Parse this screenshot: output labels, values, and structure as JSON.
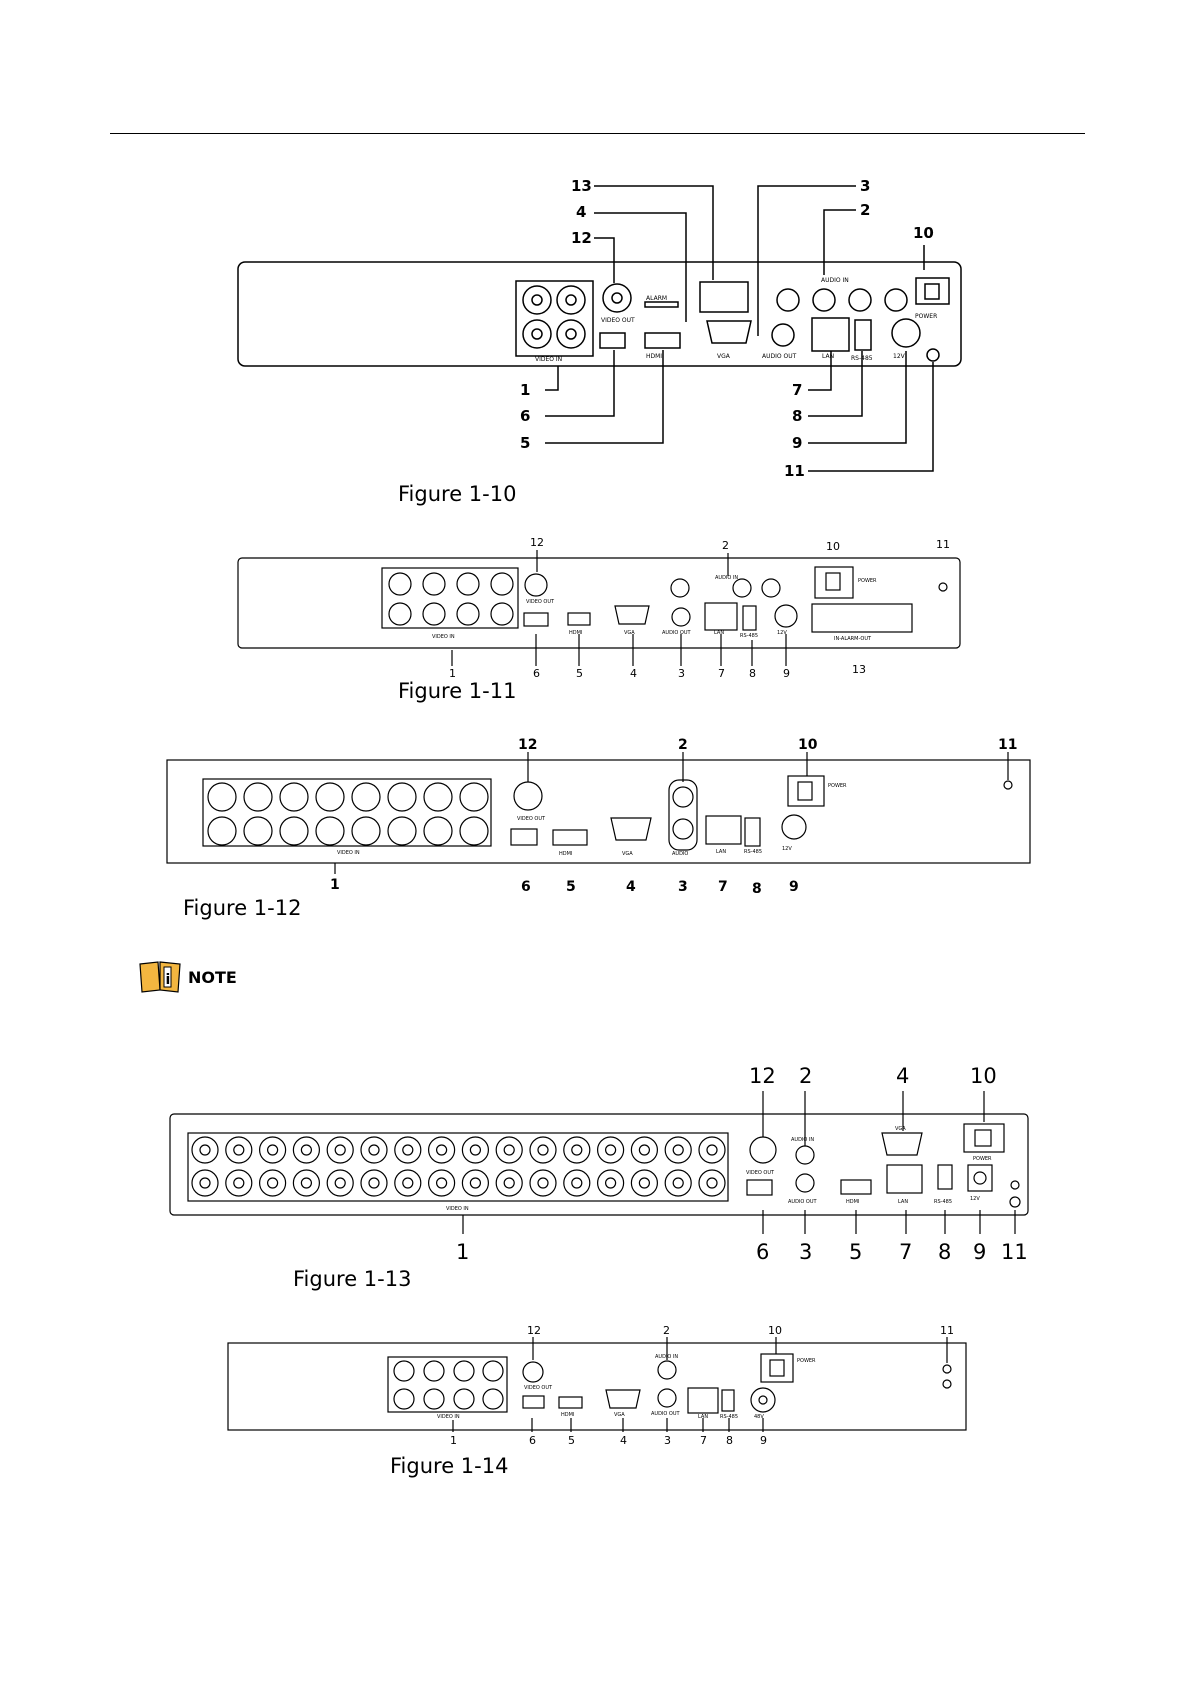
{
  "note": {
    "label": "NOTE",
    "icon": "info-book-icon"
  },
  "labels": {
    "video_in": "VIDEO IN",
    "video_out": "VIDEO OUT",
    "alarm": "ALARM",
    "vga": "VGA",
    "hdmi": "HDMI",
    "audio_in": "AUDIO IN",
    "audio_out": "AUDIO OUT",
    "audio": "AUDIO",
    "lan": "LAN",
    "rs485": "RS-485",
    "power": "POWER",
    "v12": "12V",
    "v48": "48V",
    "alarm_io": "IN-ALARM-OUT"
  },
  "figures": [
    {
      "id": "fig-1-10",
      "caption": "Figure 1-10",
      "callouts": [
        "1",
        "2",
        "3",
        "4",
        "5",
        "6",
        "7",
        "8",
        "9",
        "10",
        "11",
        "12",
        "13"
      ]
    },
    {
      "id": "fig-1-11",
      "caption": "Figure 1-11",
      "callouts": [
        "1",
        "2",
        "3",
        "4",
        "5",
        "6",
        "7",
        "8",
        "9",
        "10",
        "11",
        "12",
        "13"
      ]
    },
    {
      "id": "fig-1-12",
      "caption": "Figure 1-12",
      "callouts": [
        "1",
        "2",
        "3",
        "4",
        "5",
        "6",
        "7",
        "8",
        "9",
        "10",
        "11",
        "12"
      ]
    },
    {
      "id": "fig-1-13",
      "caption": "Figure 1-13",
      "callouts": [
        "1",
        "2",
        "3",
        "4",
        "5",
        "6",
        "7",
        "8",
        "9",
        "10",
        "11",
        "12"
      ]
    },
    {
      "id": "fig-1-14",
      "caption": "Figure 1-14",
      "callouts": [
        "1",
        "2",
        "3",
        "4",
        "5",
        "6",
        "7",
        "8",
        "9",
        "10",
        "11",
        "12"
      ]
    }
  ]
}
